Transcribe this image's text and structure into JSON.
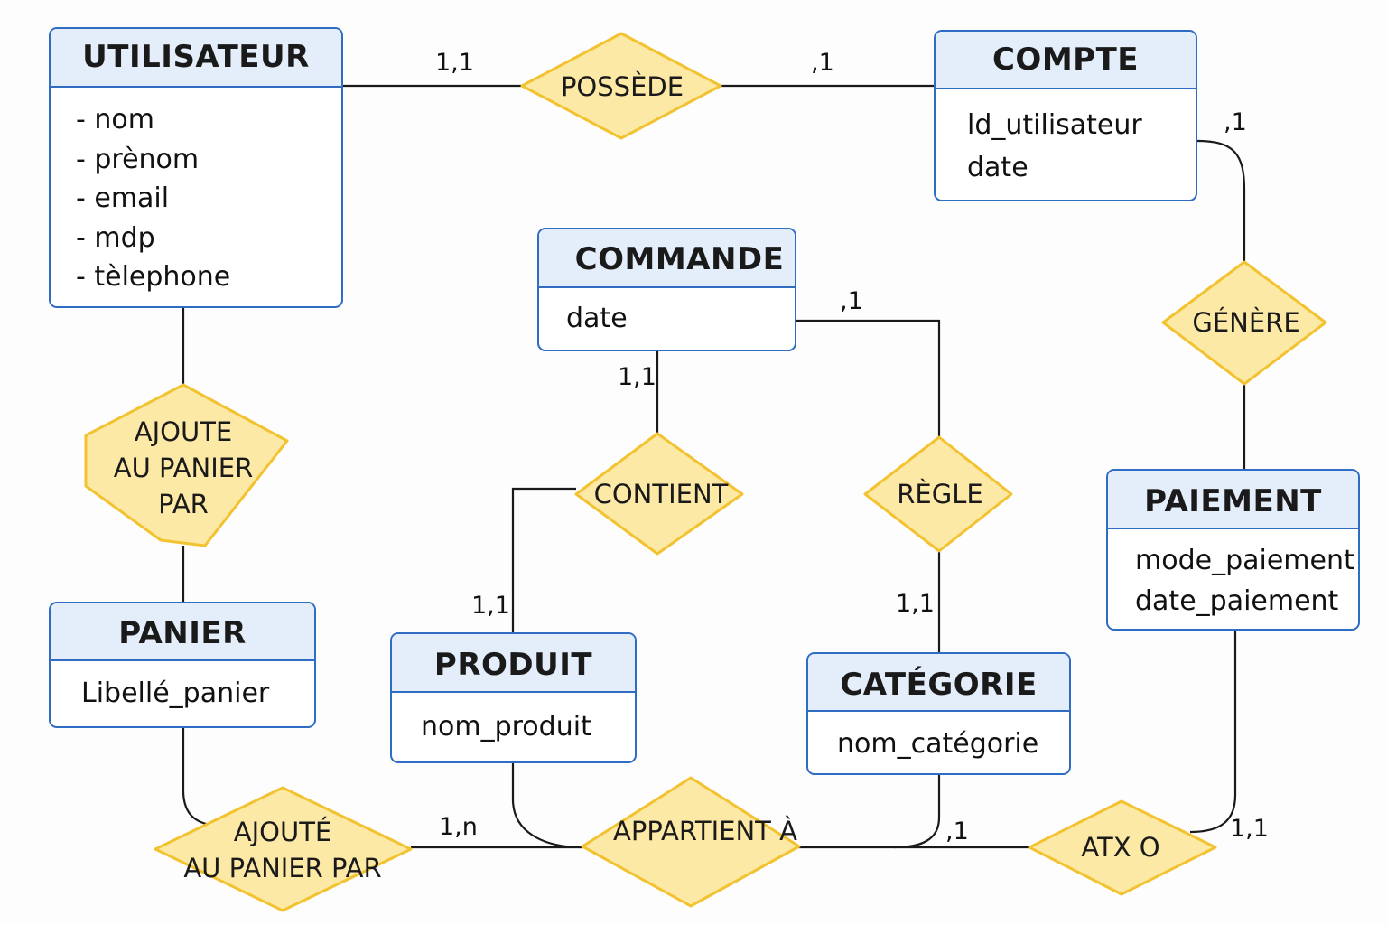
{
  "entities": {
    "utilisateur": {
      "title": "UTILISATEUR",
      "attributes": [
        "- nom",
        "- prènom",
        "- email",
        "- mdp",
        "- tèlephone"
      ]
    },
    "compte": {
      "title": "COMPTE",
      "attributes": [
        "ld_utilisateur",
        "date"
      ]
    },
    "commande": {
      "title": "COMMANDE",
      "attributes": [
        "date"
      ]
    },
    "panier": {
      "title": "PANIER",
      "attributes": [
        "Libellé_panier"
      ]
    },
    "produit": {
      "title": "PRODUIT",
      "attributes": [
        "nom_produit"
      ]
    },
    "categorie": {
      "title": "CATÉGORIE",
      "attributes": [
        "nom_catégorie"
      ]
    },
    "paiement": {
      "title": "PAIEMENT",
      "attributes": [
        "mode_paiement",
        "date_paiement"
      ]
    }
  },
  "relations": {
    "possede": {
      "label": "POSSÈDE"
    },
    "genere": {
      "label": "GÉNÈRE"
    },
    "ajoute_panier": {
      "lines": [
        "AJOUTE",
        "AU PANIER",
        "PAR"
      ]
    },
    "contient": {
      "label": "CONTIENT"
    },
    "regle": {
      "label": "RÈGLE"
    },
    "ajoute_panier_2": {
      "lines": [
        "AJOUTÉ",
        "AU PANIER PAR"
      ]
    },
    "appartient": {
      "label": "APPARTIENT À"
    },
    "atxo": {
      "label": "ATX O"
    }
  },
  "cardinalities": {
    "utilisateur_possede": "1,1",
    "compte_possede": ",1",
    "compte_genere": ",1",
    "commande_regle": ",1",
    "commande_contient": "1,1",
    "produit_contient": "1,1",
    "categorie_regle": "1,1",
    "panier_appartient": "1,n",
    "categorie_atxo": ",1",
    "paiement_atxo": "1,1"
  },
  "colors": {
    "entity_border": "#2f6cc4",
    "entity_header": "#e3eefa",
    "relation_fill": "#fde9a6",
    "relation_border": "#f2c230",
    "line": "#1a1a1a"
  }
}
